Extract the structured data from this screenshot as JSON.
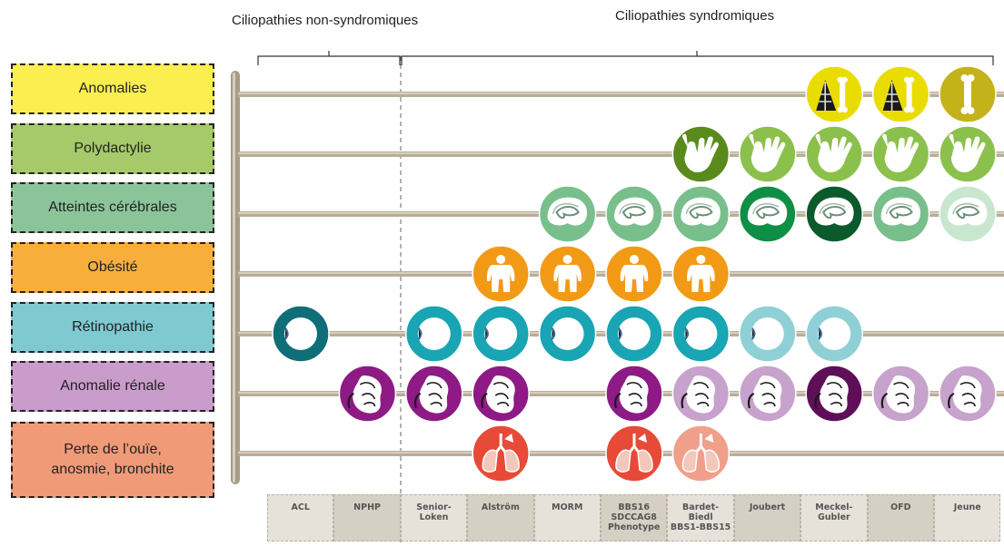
{
  "headers": {
    "non_syndromic": "Ciliopathies non-syndromiques",
    "syndromic": "Ciliopathies syndromiques"
  },
  "rows": [
    {
      "label": "Anomalies",
      "color": "#fbee4f",
      "icon": "skeleton-icon",
      "line_color": "#b8ad96"
    },
    {
      "label": "Polydactylie",
      "color": "#a6c96a",
      "icon": "hand-icon",
      "line_color": "#b8ad96"
    },
    {
      "label": "Atteintes cérébrales",
      "color": "#8cc49a",
      "icon": "brain-icon",
      "line_color": "#b8ad96"
    },
    {
      "label": "Obésité",
      "color": "#f7ae3b",
      "icon": "body-icon",
      "line_color": "#b8ad96"
    },
    {
      "label": "Rétinopathie",
      "color": "#7ecad0",
      "icon": "eye-icon",
      "line_color": "#b8ad96"
    },
    {
      "label": "Anomalie rénale",
      "color": "#c99ccb",
      "icon": "kidney-icon",
      "line_color": "#b8ad96"
    },
    {
      "label": "Perte de l’ouïe,\nanosmie, bronchite",
      "color": "#f09a78",
      "icon": "lungs-icon",
      "line_color": "#b8ad96"
    }
  ],
  "diseases": [
    {
      "label": "ACL"
    },
    {
      "label": "NPHP"
    },
    {
      "label": "Senior-\nLoken"
    },
    {
      "label": "Alström"
    },
    {
      "label": "MORM"
    },
    {
      "label": "BBS16\nSDCCAG8\nPhenotype"
    },
    {
      "label": "Bardet-\nBiedl\nBBS1-BBS15"
    },
    {
      "label": "Joubert"
    },
    {
      "label": "Meckel-\nGubler"
    },
    {
      "label": "OFD"
    },
    {
      "label": "Jeune"
    }
  ],
  "beads": [
    {
      "row": 0,
      "disease": 8,
      "color": "#e9dc00"
    },
    {
      "row": 0,
      "disease": 9,
      "color": "#e9dc00"
    },
    {
      "row": 0,
      "disease": 10,
      "color": "#c3b21a"
    },
    {
      "row": 1,
      "disease": 6,
      "color": "#5a8a1c"
    },
    {
      "row": 1,
      "disease": 7,
      "color": "#8cc04c"
    },
    {
      "row": 1,
      "disease": 8,
      "color": "#8cc04c"
    },
    {
      "row": 1,
      "disease": 9,
      "color": "#8cc04c"
    },
    {
      "row": 1,
      "disease": 10,
      "color": "#8cc04c"
    },
    {
      "row": 2,
      "disease": 4,
      "color": "#78bf8c"
    },
    {
      "row": 2,
      "disease": 5,
      "color": "#78bf8c"
    },
    {
      "row": 2,
      "disease": 6,
      "color": "#78bf8c"
    },
    {
      "row": 2,
      "disease": 7,
      "color": "#0f8f45"
    },
    {
      "row": 2,
      "disease": 8,
      "color": "#0a5a2c"
    },
    {
      "row": 2,
      "disease": 9,
      "color": "#78bf8c"
    },
    {
      "row": 2,
      "disease": 10,
      "color": "#c9e6cf"
    },
    {
      "row": 3,
      "disease": 3,
      "color": "#f29a16"
    },
    {
      "row": 3,
      "disease": 4,
      "color": "#f29a16"
    },
    {
      "row": 3,
      "disease": 5,
      "color": "#f29a16"
    },
    {
      "row": 3,
      "disease": 6,
      "color": "#f29a16"
    },
    {
      "row": 4,
      "disease": 0,
      "color": "#0f6e78"
    },
    {
      "row": 4,
      "disease": 2,
      "color": "#19a5b3"
    },
    {
      "row": 4,
      "disease": 3,
      "color": "#19a5b3"
    },
    {
      "row": 4,
      "disease": 4,
      "color": "#19a5b3"
    },
    {
      "row": 4,
      "disease": 5,
      "color": "#19a5b3"
    },
    {
      "row": 4,
      "disease": 6,
      "color": "#19a5b3"
    },
    {
      "row": 4,
      "disease": 7,
      "color": "#8fd0d6"
    },
    {
      "row": 4,
      "disease": 8,
      "color": "#8fd0d6"
    },
    {
      "row": 5,
      "disease": 1,
      "color": "#8e1a86"
    },
    {
      "row": 5,
      "disease": 2,
      "color": "#8e1a86"
    },
    {
      "row": 5,
      "disease": 3,
      "color": "#8e1a86"
    },
    {
      "row": 5,
      "disease": 5,
      "color": "#8e1a86"
    },
    {
      "row": 5,
      "disease": 6,
      "color": "#c7a2cc"
    },
    {
      "row": 5,
      "disease": 7,
      "color": "#c7a2cc"
    },
    {
      "row": 5,
      "disease": 8,
      "color": "#5e0f58"
    },
    {
      "row": 5,
      "disease": 9,
      "color": "#c7a2cc"
    },
    {
      "row": 5,
      "disease": 10,
      "color": "#c7a2cc"
    },
    {
      "row": 6,
      "disease": 3,
      "color": "#e84a38"
    },
    {
      "row": 6,
      "disease": 5,
      "color": "#e84a38"
    },
    {
      "row": 6,
      "disease": 6,
      "color": "#f0a08a"
    }
  ],
  "palette": {
    "abacus_frame": "#a79c86",
    "abacus_frame_light": "#d6cebf",
    "footer_bg_a": "#e6e2da",
    "footer_bg_b": "#d6d0c4",
    "divider": "#666666",
    "icon_white": "#ffffff",
    "icon_dark": "#1a1a1a"
  }
}
